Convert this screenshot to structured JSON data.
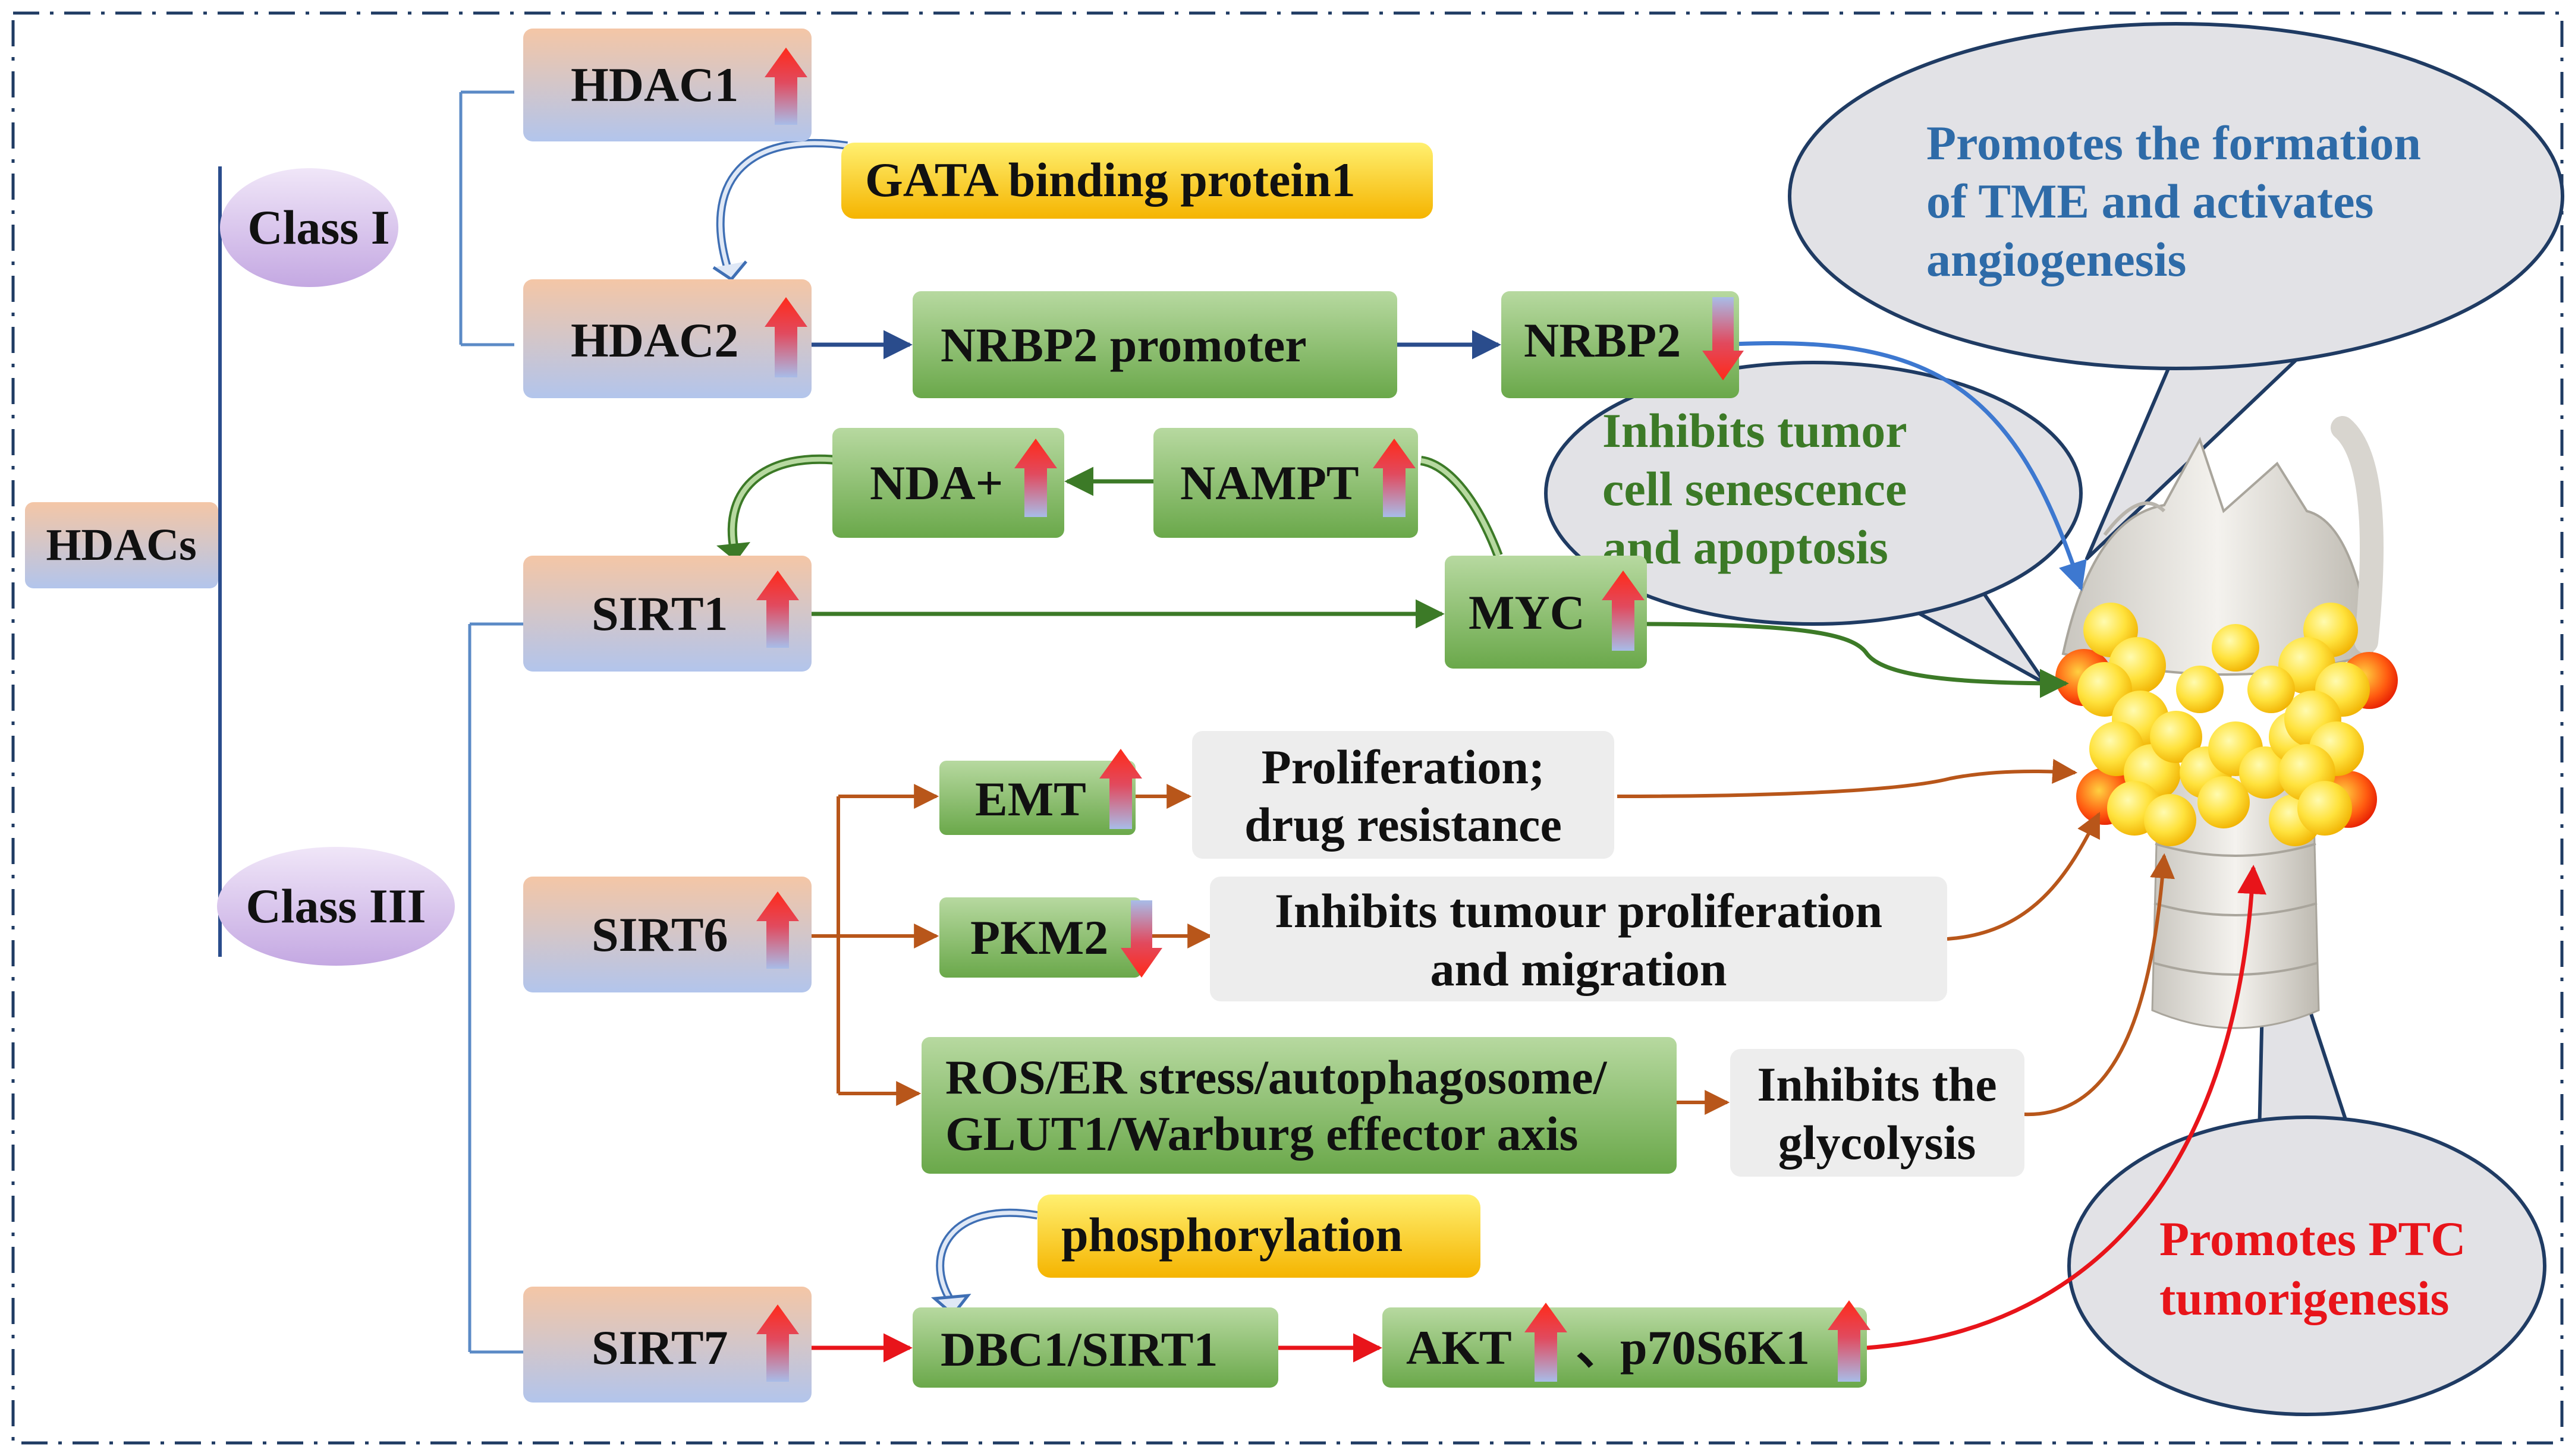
{
  "root": "HDACs",
  "classes": {
    "class1": "Class  I",
    "class3": "Class  III"
  },
  "enzymes": {
    "hdac1": "HDAC1",
    "hdac2": "HDAC2",
    "sirt1": "SIRT1",
    "sirt6": "SIRT6",
    "sirt7": "SIRT7"
  },
  "regulators": {
    "gata": "GATA binding protein1",
    "phos": "phosphorylation"
  },
  "targets": {
    "nrbp2_promoter": "NRBP2 promoter",
    "nrbp2": "NRBP2",
    "nda": "NDA+",
    "nampt": "NAMPT",
    "myc": "MYC",
    "emt": "EMT",
    "pkm2": "PKM2",
    "ros_line1": "ROS/ER stress/autophagosome/",
    "ros_line2": "GLUT1/Warburg effector axis",
    "dbc1": "DBC1/SIRT1",
    "akt": "AKT",
    "sep": "、",
    "p70": "p70S6K1"
  },
  "outcomes": {
    "prolif_line1": "Proliferation;",
    "prolif_line2": "drug resistance",
    "inhibit_line1": "Inhibits tumour proliferation",
    "inhibit_line2": "and migration",
    "glyco_line1": "Inhibits the",
    "glyco_line2": "glycolysis"
  },
  "callouts": {
    "tme_line1": "Promotes the formation",
    "tme_line2": "of  TME and activates",
    "tme_line3": "angiogenesis",
    "senes_line1": "Inhibits tumor",
    "senes_line2": "cell senescence",
    "senes_line3": "and apoptosis",
    "ptc_line1": "Promotes PTC",
    "ptc_line2": "tumorigenesis"
  },
  "colors": {
    "blue_path": "#2a4c8c",
    "green_path": "#3c7a27",
    "brown_path": "#b8561a",
    "red_path": "#e8141a",
    "tme_text": "#2e6ba8",
    "ptc_text": "#e8141a"
  },
  "icons": [
    "up-arrow-icon",
    "down-arrow-icon",
    "curved-arrow-icon",
    "thyroid-gland-icon"
  ]
}
